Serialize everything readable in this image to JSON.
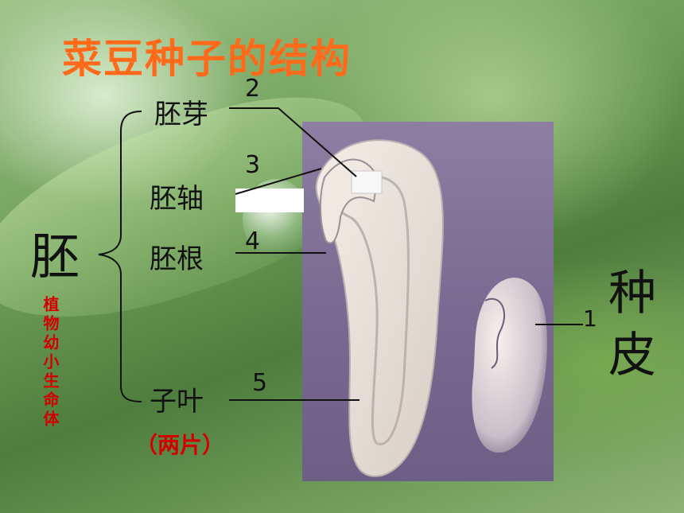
{
  "title": "菜豆种子的结构",
  "embryo": {
    "label": "胚",
    "description": "植物幼小生命体",
    "parts": [
      {
        "name": "胚芽",
        "number": "2"
      },
      {
        "name": "胚轴",
        "number": "3"
      },
      {
        "name": "胚根",
        "number": "4"
      },
      {
        "name": "子叶",
        "number": "5",
        "note": "（两片）"
      }
    ]
  },
  "seed_coat": {
    "label": "种皮",
    "number": "1"
  }
}
